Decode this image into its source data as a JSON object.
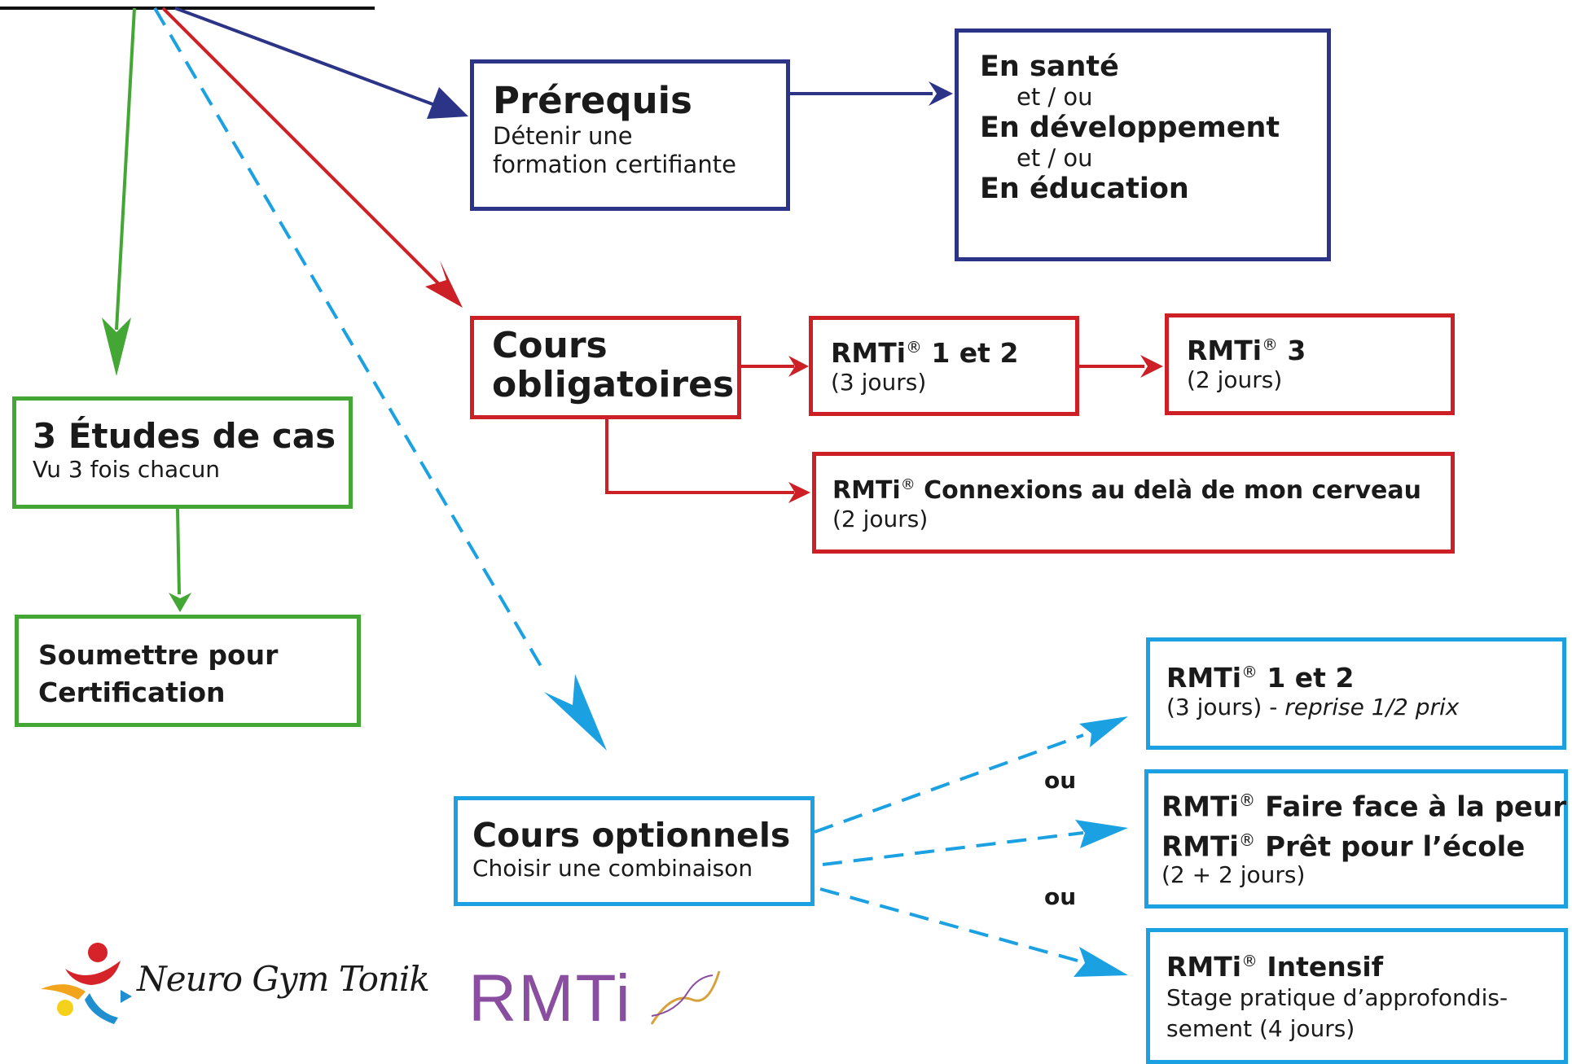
{
  "prerequis": {
    "title": "Prérequis",
    "line1": "Détenir une",
    "line2": "formation certifiante"
  },
  "domaines": {
    "sante": "En santé",
    "etou1": "et / ou",
    "developpement": "En développement",
    "etou2": "et / ou",
    "education": "En éducation"
  },
  "obligatoires": {
    "title_line1": "Cours",
    "title_line2": "obligatoires",
    "rmti12": {
      "label": "RMTi",
      "reg": "®",
      "suffix": " 1 et 2",
      "days": "(3 jours)"
    },
    "rmti3": {
      "label": "RMTi",
      "reg": "®",
      "suffix": " 3",
      "days": "(2 jours)"
    },
    "connexions": {
      "label": "RMTi",
      "reg": "®",
      "suffix": " Connexions au delà de mon cerveau",
      "days": "(2 jours)"
    }
  },
  "etudes": {
    "title": "3 Études de cas",
    "subtitle": "Vu 3 fois chacun"
  },
  "soumettre": {
    "line1": "Soumettre pour",
    "line2": "Certification"
  },
  "optionnels": {
    "title": "Cours optionnels",
    "subtitle": "Choisir une combinaison",
    "rmti12": {
      "label": "RMTi",
      "reg": "®",
      "suffix": " 1 et 2",
      "days": "(3 jours) - ",
      "note": "reprise 1/2 prix"
    },
    "peur_ecole": {
      "line1_label": "RMTi",
      "line1_reg": "®",
      "line1_suffix": " Faire face à la peur",
      "line2_label": "RMTi",
      "line2_reg": "®",
      "line2_suffix": " Prêt pour l’école",
      "days": "(2 + 2 jours)"
    },
    "intensif": {
      "label": "RMTi",
      "reg": "®",
      "suffix": " Intensif",
      "line1": "Stage pratique d’approfondis-",
      "line2": "sement (4 jours)"
    },
    "ou1": "ou",
    "ou2": "ou"
  },
  "logos": {
    "neuro": "Neuro Gym Tonik",
    "rmti": "RMTi"
  },
  "colors": {
    "navy": "#2b3486",
    "red": "#cc1f26",
    "green": "#43a635",
    "blue": "#1ba1e2"
  }
}
